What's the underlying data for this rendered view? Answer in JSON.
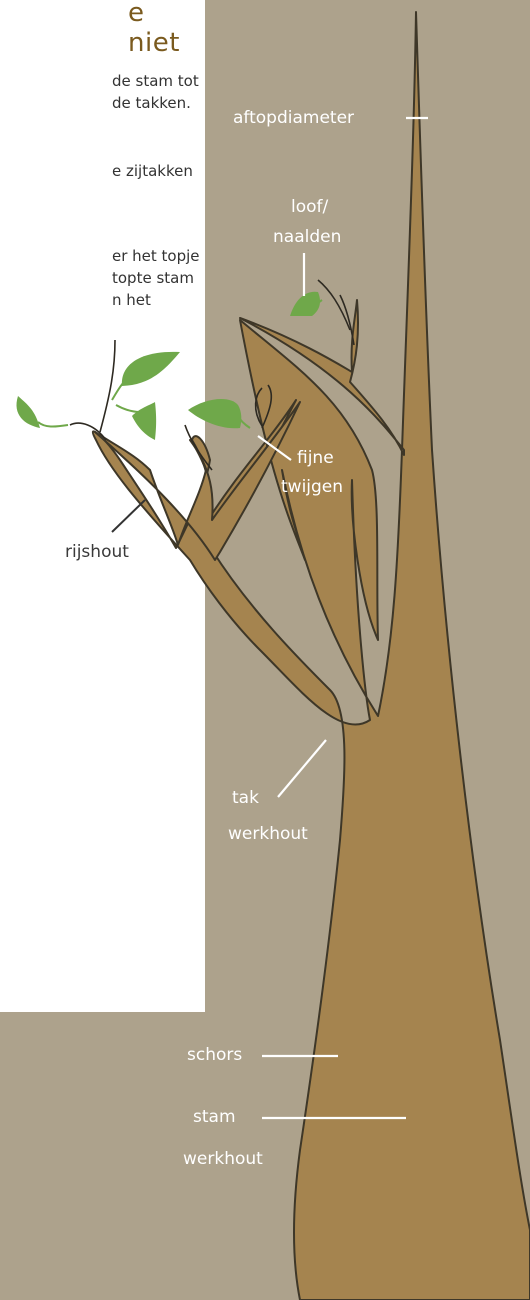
{
  "colors": {
    "background": "#ADA28C",
    "panel": "#FFFFFF",
    "heading": "#7A5A1E",
    "wood": "#A5844F",
    "outline": "#3E3728",
    "leaf": "#6FA84A",
    "label_on_dark": "#FFFFFF",
    "label_on_light": "#3A3A3A"
  },
  "text_panel": {
    "heading_fragment": "e niet",
    "paragraph_1": [
      "de stam tot",
      "de takken."
    ],
    "paragraph_2": [
      "e zijtakken"
    ],
    "paragraph_3": [
      "er het topje",
      "topte stam",
      "n het"
    ]
  },
  "labels": {
    "top_diameter": "aftopdiameter",
    "foliage_line_1": "loof/",
    "foliage_line_2": "naalden",
    "fine_twigs_line_1": "fijne",
    "fine_twigs_line_2": "twijgen",
    "brushwood": "rijshout",
    "branch_line_1": "tak",
    "branch_line_2": "werkhout",
    "bark": "schors",
    "trunk_line_1": "stam",
    "trunk_line_2": "werkhout"
  },
  "icons": [
    "leaf-icon"
  ]
}
